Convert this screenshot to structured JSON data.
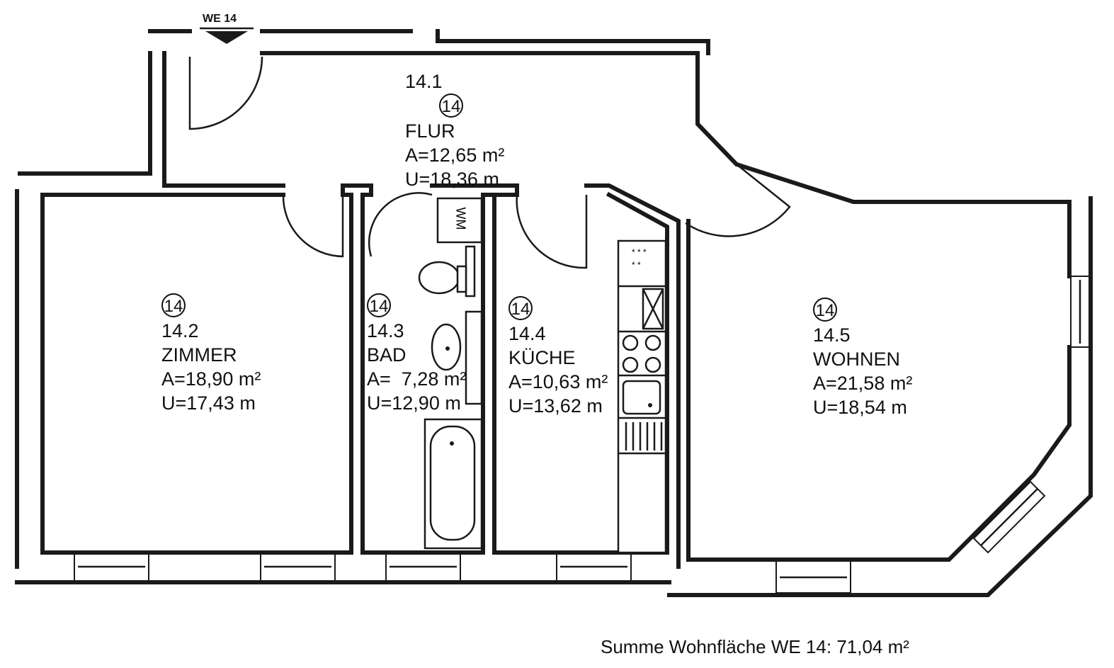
{
  "entry": {
    "label": "WE 14"
  },
  "rooms": [
    {
      "badge": "14",
      "number": "14.1",
      "name": "FLUR",
      "area": "A=12,65 m²",
      "perimeter": "U=18,36 m"
    },
    {
      "badge": "14",
      "number": "14.2",
      "name": "ZIMMER",
      "area": "A=18,90 m²",
      "perimeter": "U=17,43 m"
    },
    {
      "badge": "14",
      "number": "14.3",
      "name": "BAD",
      "area": "A=  7,28 m²",
      "perimeter": "U=12,90 m"
    },
    {
      "badge": "14",
      "number": "14.4",
      "name": "KÜCHE",
      "area": "A=10,63 m²",
      "perimeter": "U=13,62 m"
    },
    {
      "badge": "14",
      "number": "14.5",
      "name": "WOHNEN",
      "area": "A=21,58 m²",
      "perimeter": "U=18,54 m"
    }
  ],
  "fixtures": {
    "washing_machine": "WM"
  },
  "total": "Summe Wohnfläche WE 14: 71,04 m²"
}
